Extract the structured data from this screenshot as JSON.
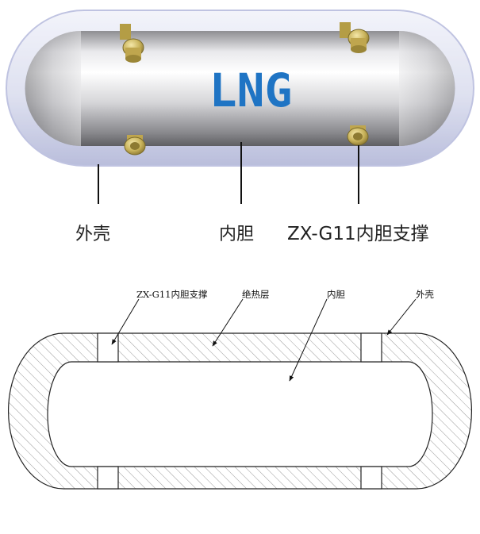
{
  "top_figure": {
    "tank_marking": "LNG",
    "labels": {
      "outer_shell": "外壳",
      "inner_vessel": "内胆",
      "support": "ZX-G11内胆支撑"
    }
  },
  "bottom_figure": {
    "labels": {
      "support": "ZX-G11内胆支撑",
      "insulation": "绝热层",
      "inner_vessel": "内胆",
      "outer_shell": "外壳"
    }
  },
  "colors": {
    "lng_text": "#1f74c4",
    "support_post": "#c8b25a",
    "outer_glass": "#c9cde8"
  }
}
